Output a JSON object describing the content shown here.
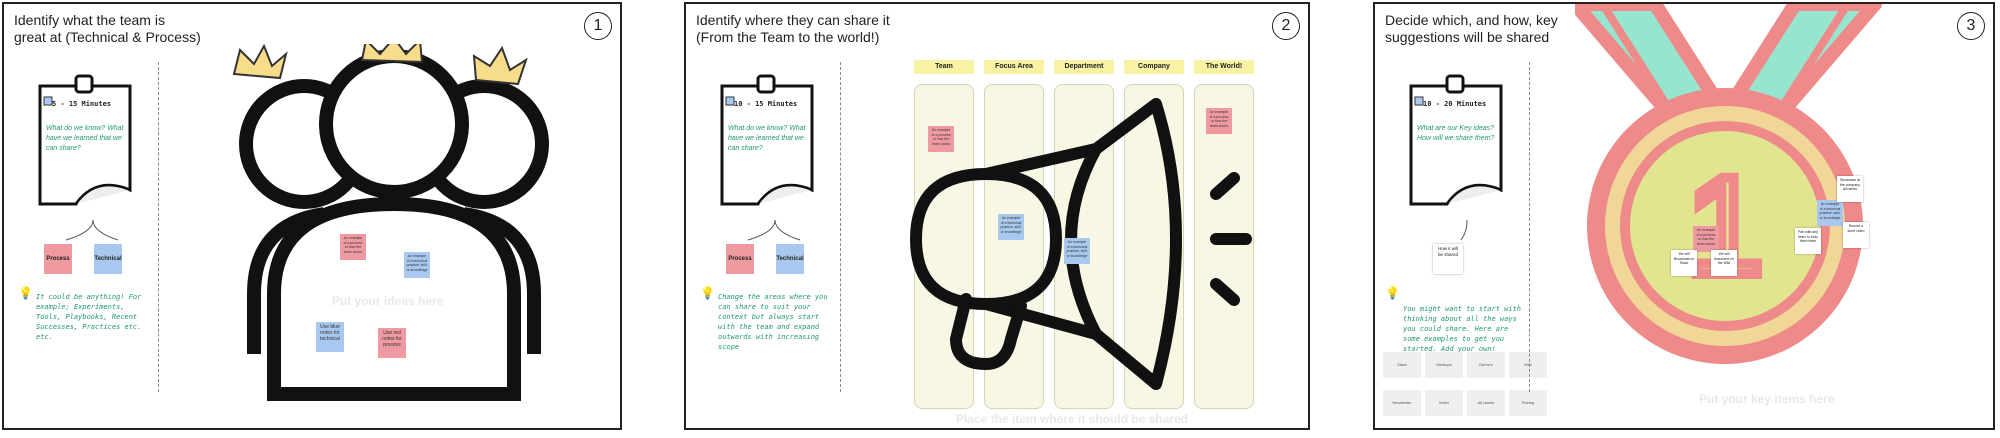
{
  "frames": [
    {
      "number": "1",
      "title": "Identify what the team is\ngreat at (Technical & Process)",
      "time": "5 - 15 Minutes",
      "questions": "What do we know? What have we learned that we can share?",
      "chips": [
        "Process",
        "Technical"
      ],
      "hint": "It could be anything! For example; Experiments, Tools, Playbooks, Recent Successes, Practices etc. etc.",
      "placeholder": "Put your ideas here",
      "notes": [
        "An example of a process or how the team works",
        "An example of a technical practice, skill, or knowledge",
        "Use blue notes for technical",
        "Use red notes for process"
      ]
    },
    {
      "number": "2",
      "title": "Identify where they can share it\n(From the Team to the world!)",
      "time": "10 - 15 Minutes",
      "questions": "What do we know? What have we learned that we can share?",
      "chips": [
        "Process",
        "Technical"
      ],
      "hint": "Change the areas where you can share to suit your context but always start with the team and expand outwards with increasing scope",
      "placeholder": "Place the item where it should be shared",
      "columns": [
        "Team",
        "Focus Area",
        "Department",
        "Company",
        "The World!"
      ],
      "notes": [
        "An example of a process or how the team works",
        "An example of a technical practice, skill, or knowledge",
        "An example of a technical practice, skill, or knowledge",
        "An example of a process or how the team works"
      ]
    },
    {
      "number": "3",
      "title": "Decide which, and how, key\nsuggestions will be shared",
      "time": "10 - 20 Minutes",
      "questions": "What are our Key ideas? How will we share them?",
      "how_note": "How it will be shared",
      "hint": "You might want to start with thinking about all the ways you could share. Here are some examples to get you started. Add your own!",
      "placeholder": "Put your key items here",
      "share_options": [
        "Slack",
        "Meetups",
        "Demo's",
        "Wiki",
        "Newsletter",
        "Video",
        "All hands",
        "Pairing"
      ],
      "medal_number": "1",
      "notes": [
        "An example of a process or how the team works",
        "An example of a technical practice, skill, or knowledge",
        "We will Broadcast on Slack",
        "We will document on the Wiki",
        "Pair with any team to help them learn",
        "Showcase at the company all hands",
        "Record a short video"
      ]
    }
  ],
  "colors": {
    "sticky_pink": "#ef9aa0",
    "sticky_blue": "#a9c8ef",
    "column_header": "#f7f3a3",
    "hint_text": "#1f9a6e",
    "medal_rim": "#ef8a8a",
    "medal_inner": "#e2e58f",
    "ribbon": "#96e6cf",
    "crown": "#f7dc8a"
  },
  "icons": [
    "clipboard-icon",
    "calendar-icon",
    "lightbulb-icon",
    "team-crowns-icon",
    "megaphone-icon",
    "medal-icon"
  ]
}
